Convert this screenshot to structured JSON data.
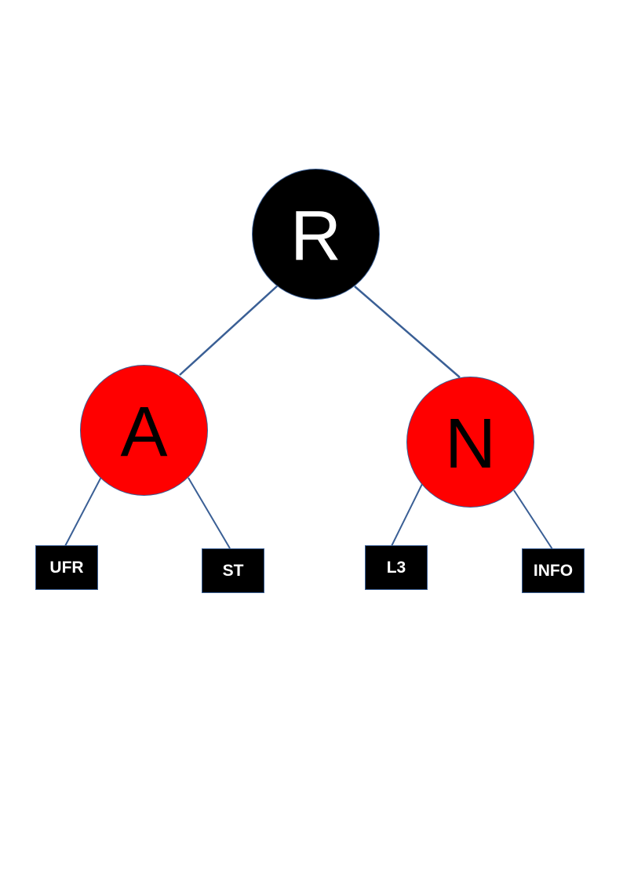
{
  "tree": {
    "root": {
      "label": "R",
      "color": "#000000",
      "text_color": "#ffffff"
    },
    "left": {
      "label": "A",
      "color": "#ff0000",
      "text_color": "#000000"
    },
    "right": {
      "label": "N",
      "color": "#ff0000",
      "text_color": "#000000"
    },
    "leaves": [
      {
        "label": "UFR"
      },
      {
        "label": "ST"
      },
      {
        "label": "L3"
      },
      {
        "label": "INFO"
      }
    ],
    "leaf_color": "#000000",
    "edge_color": "#3a5f95"
  }
}
